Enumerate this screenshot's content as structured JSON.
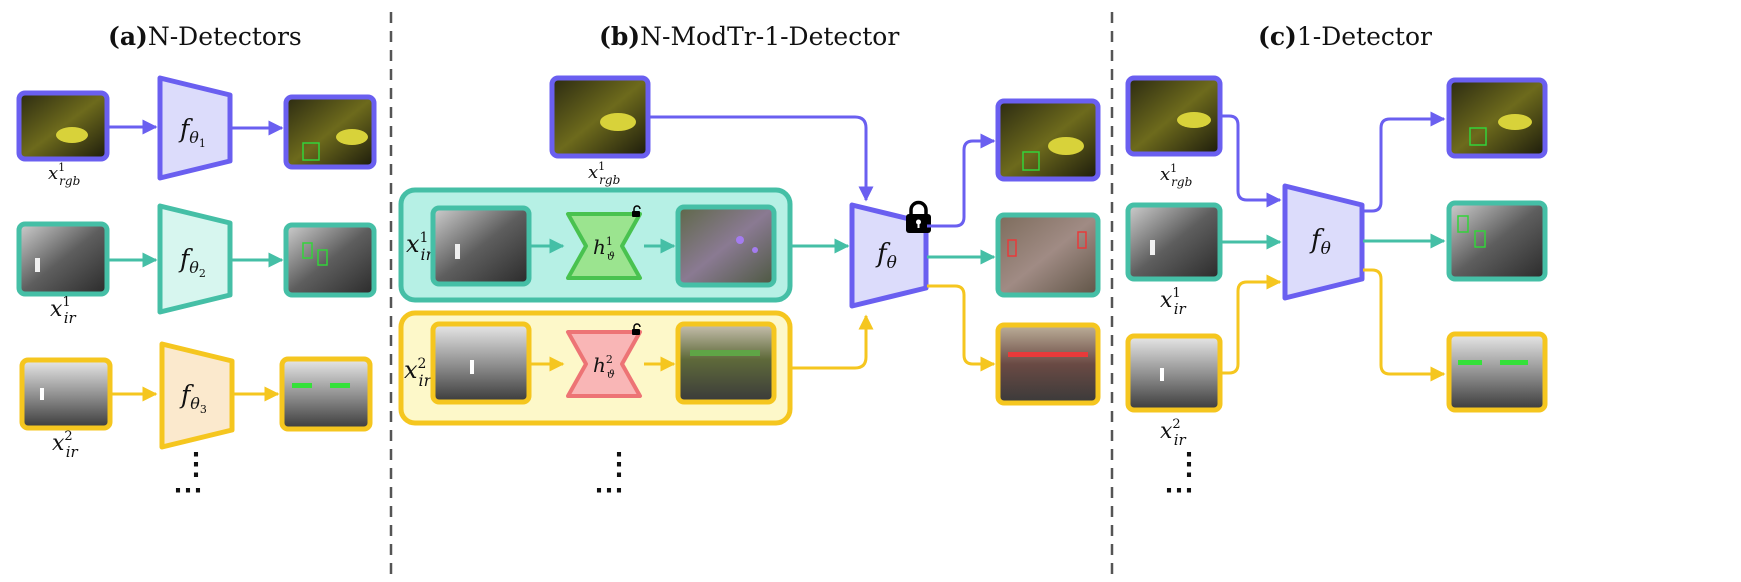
{
  "colors": {
    "rgb": "#6a5ff0",
    "ir1": "#45bfa6",
    "ir2": "#f5c61f",
    "divider": "#555555",
    "lock": "#000000"
  },
  "sections": {
    "a": {
      "label": "(a)",
      "name": "N-Detectors"
    },
    "b": {
      "label": "(b)",
      "name": "N-ModTr-1-Detector"
    },
    "c": {
      "label": "(c)",
      "name": "1-Detector"
    }
  },
  "math": {
    "x": "x",
    "rgb_sup": "1",
    "rgb_sub": "rgb",
    "ir_sub": "ir",
    "ir1_sup": "1",
    "ir2_sup": "2",
    "f": "f",
    "theta": "θ",
    "theta1_sub": "1",
    "theta2_sub": "2",
    "theta3_sub": "3",
    "h": "h",
    "vartheta": "ϑ",
    "h1_sup": "1",
    "h2_sup": "2"
  },
  "continuation": {
    "vertical": "⋮",
    "horizontal": "⋯"
  },
  "icons": [
    "lock-icon",
    "small-lock-icon",
    "scene-thumbnail"
  ]
}
